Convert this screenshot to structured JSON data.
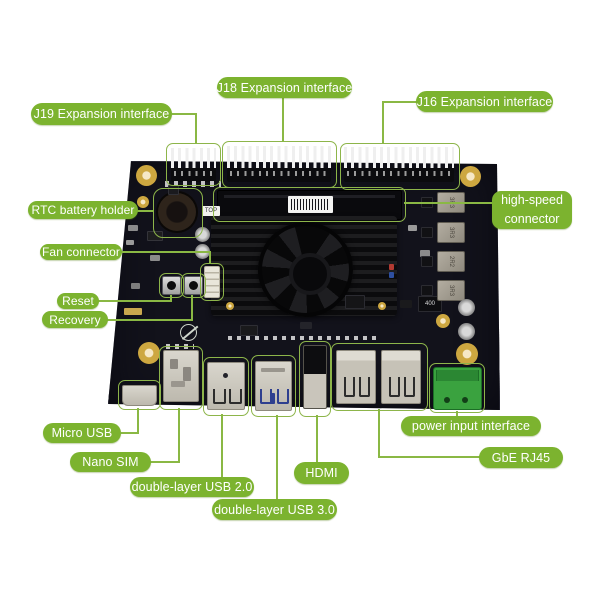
{
  "callouts": {
    "j19": "J19 Expansion interface",
    "j18": "J18 Expansion interface",
    "j16": "J16 Expansion interface",
    "rtc": "RTC battery holder",
    "high_speed": "high-speed connector",
    "fan": "Fan connector",
    "reset": "Reset",
    "recovery": "Recovery",
    "micro_usb": "Micro USB",
    "nano_sim": "Nano SIM",
    "usb20": "double-layer USB 2.0",
    "usb30": "double-layer USB 3.0",
    "hdmi": "HDMI",
    "power": "power input interface",
    "gbe": "GbE RJ45"
  },
  "board_text": {
    "top_sticker": "TOP",
    "chip_marking": "400",
    "inductor_markings": [
      "3R3",
      "3R3",
      "2R2",
      "3R3"
    ]
  },
  "colors": {
    "label_green": "#7cb32f",
    "line_green": "#8ab844",
    "pcb_dark": "#12121b",
    "power_connector_green": "#3aa23f",
    "usb3_blue": "#2e3f8f",
    "gold_hole": "#cda740"
  }
}
